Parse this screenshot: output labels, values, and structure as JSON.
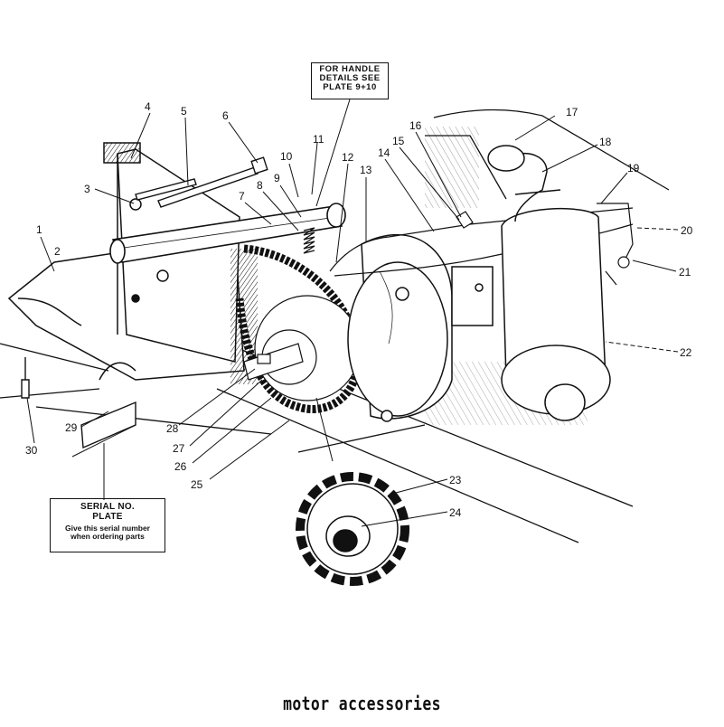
{
  "diagram": {
    "caption": "motor accessories",
    "handle_note": [
      "FOR HANDLE",
      "DETAILS SEE",
      "PLATE 9+10"
    ],
    "serial_plate": {
      "title": [
        "SERIAL NO.",
        "PLATE"
      ],
      "note": [
        "Give this serial number",
        "when ordering parts"
      ]
    },
    "callouts": [
      "1",
      "2",
      "3",
      "4",
      "5",
      "6",
      "7",
      "8",
      "9",
      "10",
      "11",
      "12",
      "13",
      "14",
      "15",
      "16",
      "17",
      "18",
      "19",
      "20",
      "21",
      "22",
      "23",
      "24",
      "25",
      "26",
      "27",
      "28",
      "29",
      "30"
    ]
  },
  "colors": {
    "ink": "#111111",
    "paper": "#ffffff"
  }
}
